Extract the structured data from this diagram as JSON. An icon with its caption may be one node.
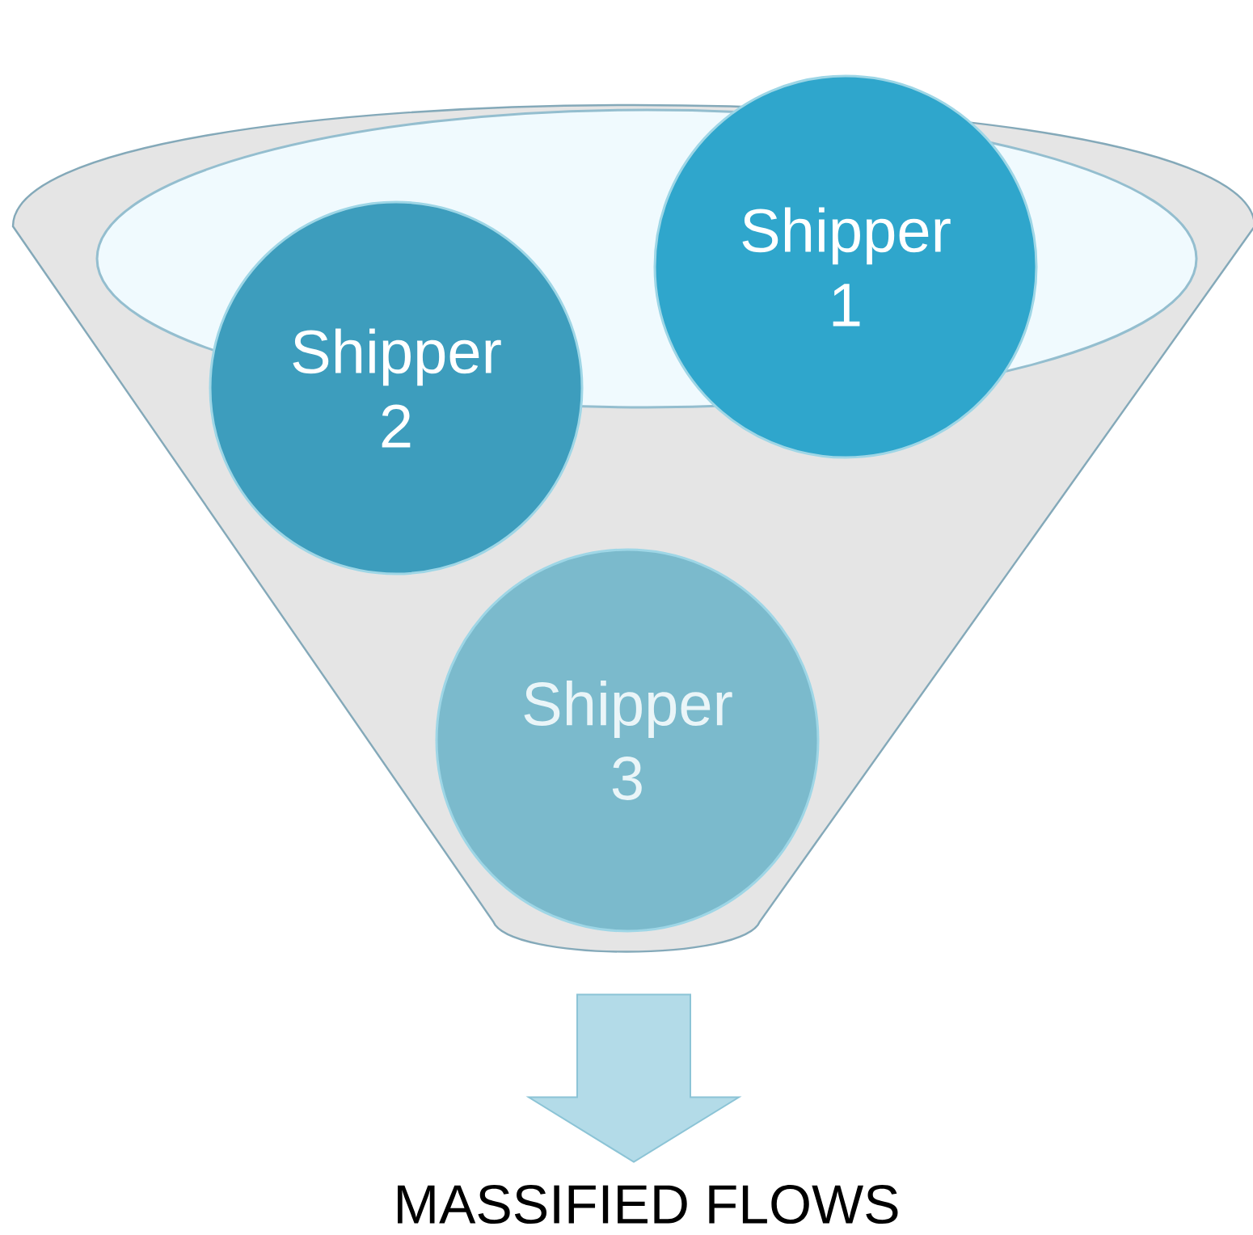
{
  "diagram": {
    "nodes": [
      {
        "text": [],
        "shape": "funnel"
      },
      {
        "text": [
          "Shipper 1"
        ],
        "in": 0
      },
      {
        "text": [
          "Shipper 2"
        ],
        "in": 0
      },
      {
        "text": [
          "Shipper 3"
        ],
        "in": 0
      },
      {
        "text": [
          "MASSIFIED FLOWS"
        ]
      }
    ],
    "edges": [
      {
        "from": 0,
        "to": 4,
        "arrow": "to",
        "style": "thick"
      }
    ]
  }
}
